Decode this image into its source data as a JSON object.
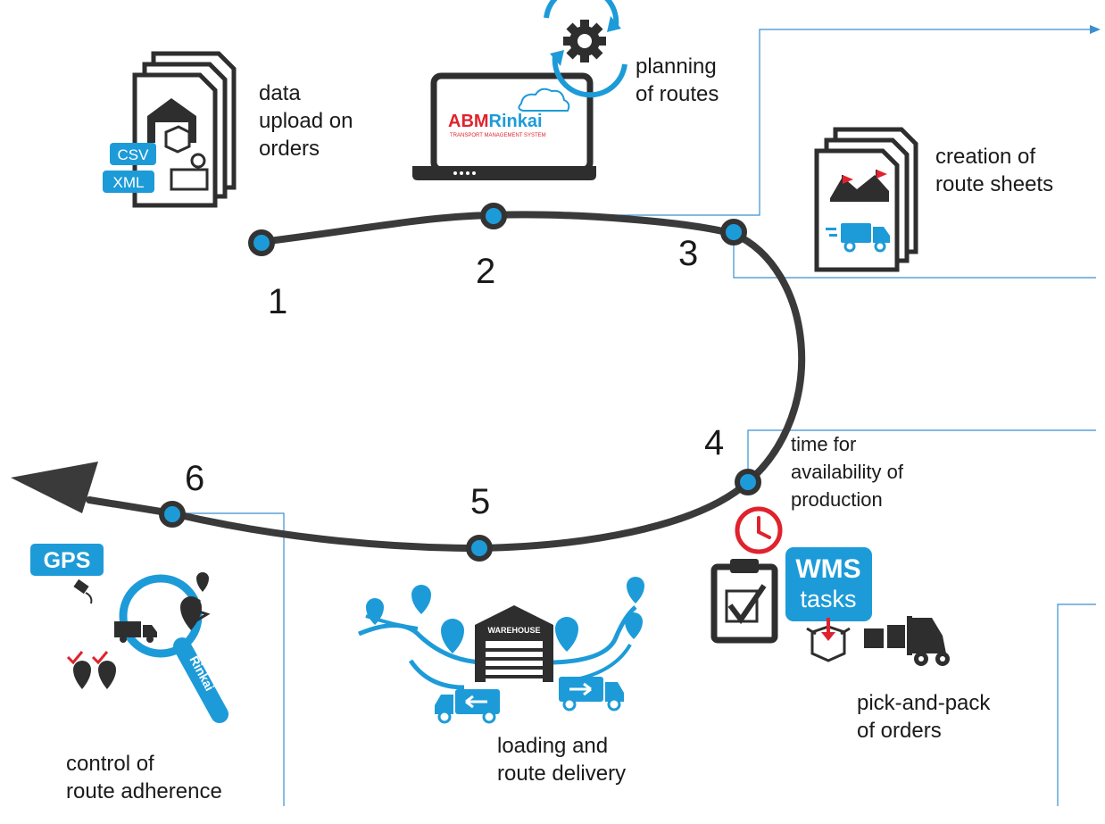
{
  "steps": [
    {
      "number": "1",
      "label_lines": [
        "data",
        "upload on",
        "orders"
      ]
    },
    {
      "number": "2",
      "label_lines": [
        "planning",
        "of routes"
      ]
    },
    {
      "number": "3",
      "label_lines": [
        "creation of",
        "route sheets"
      ]
    },
    {
      "number": "4",
      "label_lines": [
        "time for",
        "availability of",
        "production"
      ]
    },
    {
      "number": "5",
      "label_lines": [
        "loading and",
        "route delivery"
      ]
    },
    {
      "number": "6",
      "label_lines": [
        "control of",
        "route adherence"
      ]
    }
  ],
  "extra_label_lines": [
    "pick-and-pack",
    "of orders"
  ],
  "badges": {
    "csv": "CSV",
    "xml": "XML",
    "gps": "GPS",
    "wms": "WMS",
    "wms_sub": "tasks",
    "warehouse": "WAREHOUSE",
    "magnifier_brand": "Rinkai"
  },
  "logo": {
    "part1": "ABM",
    "part2": "Rinkai",
    "subtitle": "TRANSPORT MANAGEMENT SYSTEM"
  },
  "colors": {
    "accent": "#1d9bd8",
    "path": "#3a3a3a",
    "node_fill": "#1d9bd8",
    "brand_red": "#e0222d",
    "dark_icon": "#2e2e2e"
  }
}
